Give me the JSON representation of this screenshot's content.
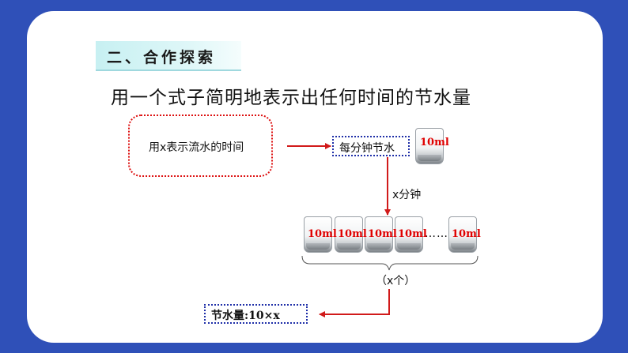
{
  "section": {
    "title": "二、合作探索"
  },
  "heading": "用一个式子简明地表示出任何时间的节水量",
  "diagram": {
    "condition": "用x表示流水的时间",
    "per_minute": "每分钟节水",
    "minutes_label": "x分钟",
    "glass_label": "10ml",
    "glass_labels": [
      "10ml",
      "10ml",
      "10ml",
      "10ml",
      "10ml"
    ],
    "ellipsis": "……",
    "count_label": "（x个）",
    "result": "节水量:10×x"
  },
  "colors": {
    "background": "#2f50b8",
    "arrow": "#d11a1a",
    "red_box": "#d11111",
    "blue_box": "#1f2fa8",
    "label": "#e00000"
  }
}
